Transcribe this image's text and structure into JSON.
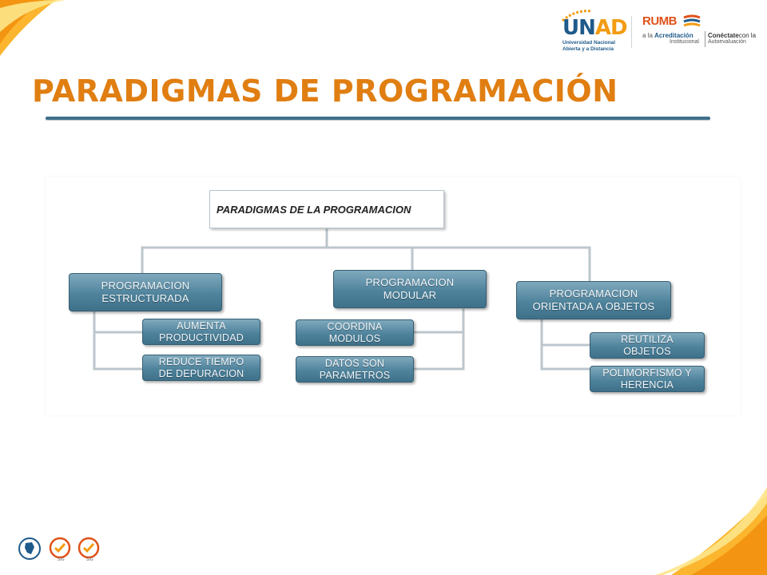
{
  "title": "PARADIGMAS DE PROGRAMACIÓN",
  "logos": {
    "unad_word_u": "UN",
    "unad_word_ad": "AD",
    "unad_line1": "Universidad Nacional",
    "unad_line2": "Abierta y a Distancia",
    "rumbo_word": "RUMB",
    "rumbo_pre": "a la ",
    "rumbo_bold": "Acreditación",
    "rumbo_line2": "Institucional",
    "conectate_bold": "Conéctate",
    "conectate_rest": "con la",
    "autoeval": "Autoevaluación"
  },
  "colors": {
    "title": "#e07e12",
    "node": "#4f839c",
    "connector": "#bcc6cc",
    "accent_orange": "#f7a21b",
    "accent_yellow": "#fcd116"
  },
  "diagram": {
    "root": "PARADIGMAS DE LA PROGRAMACION",
    "branches": [
      {
        "label": "PROGRAMACION\nESTRUCTURADA",
        "children": [
          "AUMENTA\nPRODUCTIVIDAD",
          "REDUCE TIEMPO\nDE DEPURACION"
        ]
      },
      {
        "label": "PROGRAMACION\nMODULAR",
        "children": [
          "COORDINA\nMODULOS",
          "DATOS SON\nPARAMETROS"
        ]
      },
      {
        "label": "PROGRAMACION\nORIENTADA A OBJETOS",
        "children": [
          "REUTILIZA\nOBJETOS",
          "POLIMORFISMO Y\nHERENCIA"
        ]
      }
    ]
  },
  "footer_badges": [
    "SIG",
    "SIG"
  ]
}
